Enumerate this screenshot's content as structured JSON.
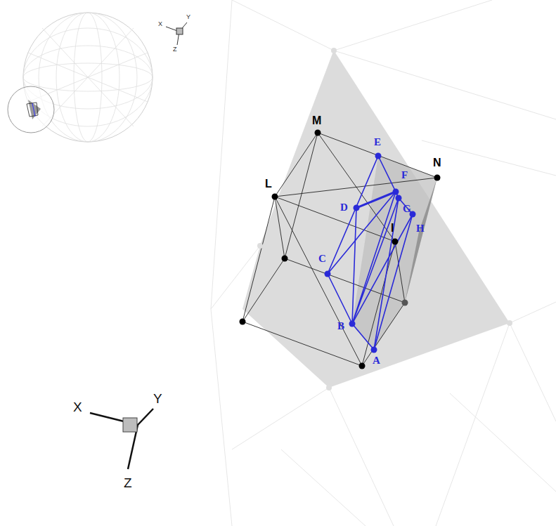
{
  "diagram": {
    "labels": [
      "X",
      "Y",
      "Z",
      "M",
      "E",
      "N",
      "L",
      "F",
      "D",
      "G",
      "I",
      "H",
      "C",
      "B",
      "A",
      "X",
      "Y",
      "Z"
    ]
  }
}
